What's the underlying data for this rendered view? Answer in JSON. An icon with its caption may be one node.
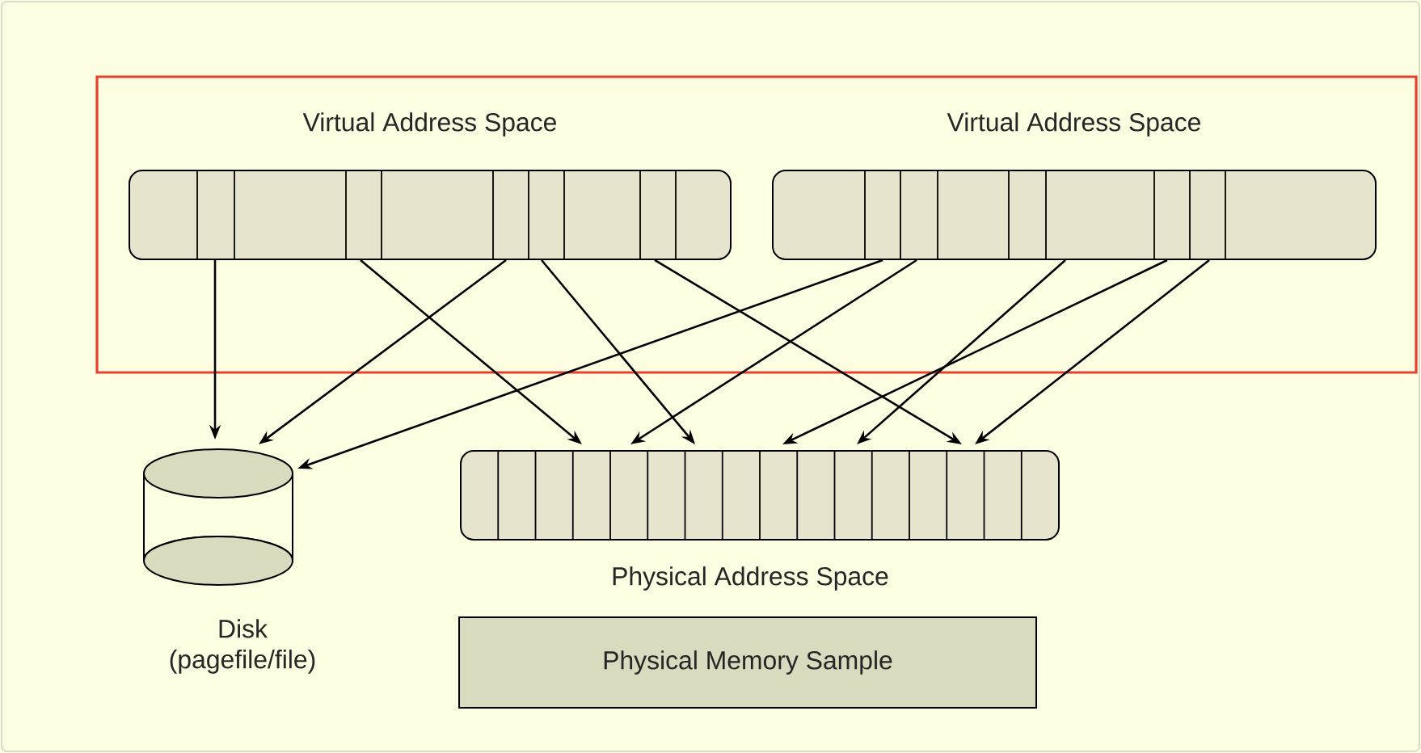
{
  "diagram": {
    "nodes": [
      {
        "text": [],
        "shape": "box"
      },
      {
        "text": [
          "Virtual Address Space"
        ],
        "in": 0
      },
      {
        "text": [
          "Virtual Address Space"
        ],
        "in": 0
      },
      {
        "text": [
          "Disk (pagefile/file)"
        ]
      },
      {
        "text": [
          "Physical Address Space"
        ]
      },
      {
        "text": [
          "Physical Memory Sample"
        ]
      }
    ],
    "edges": [
      {
        "from": 1,
        "to": 3,
        "arrow": "to"
      },
      {
        "from": 1,
        "to": 4,
        "arrow": "to"
      },
      {
        "from": 1,
        "to": 3,
        "arrow": "to"
      },
      {
        "from": 1,
        "to": 4,
        "arrow": "to"
      },
      {
        "from": 1,
        "to": 4,
        "arrow": "to"
      },
      {
        "from": 2,
        "to": 3,
        "arrow": "to"
      },
      {
        "from": 2,
        "to": 4,
        "arrow": "to"
      },
      {
        "from": 2,
        "to": 4,
        "arrow": "to"
      },
      {
        "from": 2,
        "to": 4,
        "arrow": "to"
      },
      {
        "from": 2,
        "to": 4,
        "arrow": "to"
      }
    ]
  }
}
